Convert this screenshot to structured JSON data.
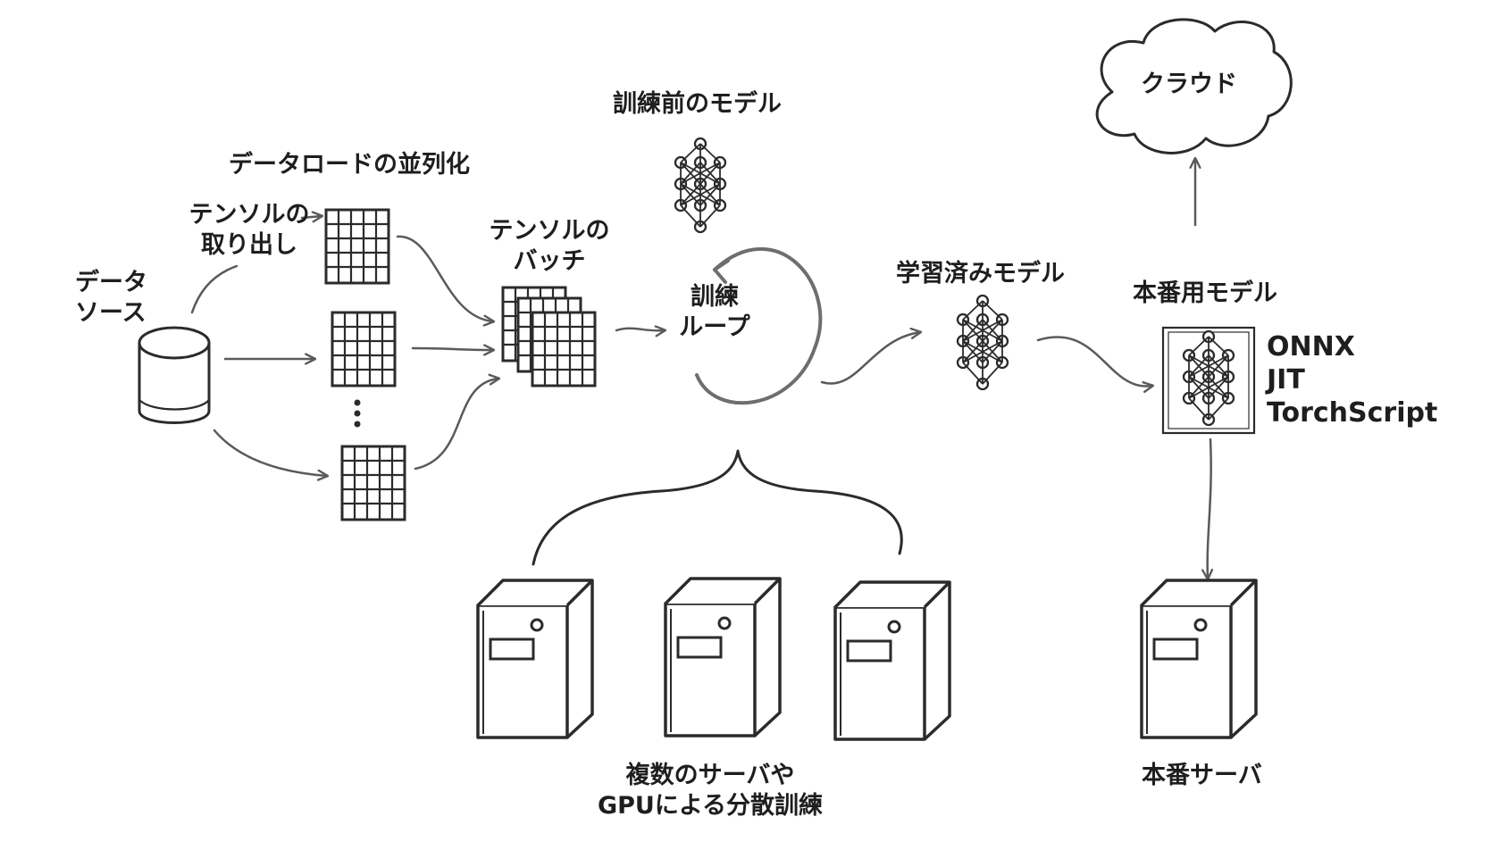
{
  "labels": {
    "data_source": [
      "データ",
      "ソース"
    ],
    "tensor_extract": [
      "テンソルの",
      "取り出し"
    ],
    "parallel_loading": "データロードの並列化",
    "tensor_batch": [
      "テンソルの",
      "バッチ"
    ],
    "untrained_model": "訓練前のモデル",
    "training_loop": [
      "訓練",
      "ループ"
    ],
    "trained_model": "学習済みモデル",
    "production_model": "本番用モデル",
    "export_formats": [
      "ONNX",
      "JIT",
      "TorchScript"
    ],
    "cloud": "クラウド",
    "distributed_training": [
      "複数のサーバや",
      "GPUによる分散訓練"
    ],
    "production_server": "本番サーバ"
  },
  "colors": {
    "ink": "#2b2b2b",
    "arrow": "#5a5a5a",
    "loop": "#6e6e6e",
    "background": "#ffffff"
  }
}
